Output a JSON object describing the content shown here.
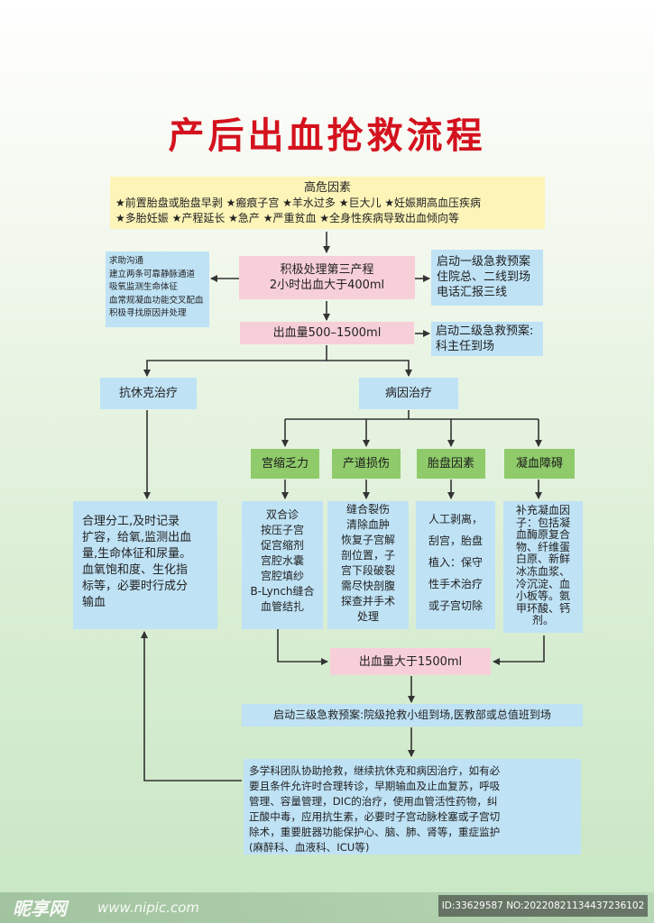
{
  "title": "产后出血抢救流程",
  "risk": {
    "heading": "高危因素",
    "lines": [
      "★前置胎盘或胎盘早剥 ★瘢痕子宫 ★羊水过多 ★巨大儿 ★妊娠期高血压疾病",
      "★多胎妊娠 ★产程延长 ★急产 ★严重贫血 ★全身性疾病导致出血倾向等"
    ]
  },
  "left_measures": {
    "lines": [
      "求助沟通",
      "建立两条可靠静脉通道",
      "吸氧监测生命体征",
      "血常规凝血功能交叉配血",
      "积极寻找原因并处理"
    ]
  },
  "third_stage": {
    "lines": [
      "积极处理第三产程",
      "2小时出血大于400ml"
    ]
  },
  "level1": {
    "lines": [
      "启动一级急救预案",
      "住院总、二线到场",
      "电话汇报三线"
    ]
  },
  "bleed_500": "出血量500–1500ml",
  "level2": {
    "lines": [
      "启动二级急救预案:",
      "科主任到场"
    ]
  },
  "anti_shock": "抗休克治疗",
  "etiology": "病因治疗",
  "causes": [
    "宫缩乏力",
    "产道损伤",
    "胎盘因素",
    "凝血障碍"
  ],
  "shock_detail": {
    "lines": [
      "合理分工,及时记录",
      "扩容，给氧,监测出血",
      "量,生命体征和尿量。",
      "血氧饱和度、生化指",
      "标等，必要时行成分",
      "输血"
    ]
  },
  "uterine_detail": {
    "lines": [
      "双合诊",
      "按压子宫",
      "促宫缩剂",
      "宫腔水囊",
      "宫腔填纱",
      "B-Lynch缝合",
      "血管结扎"
    ]
  },
  "canal_detail": {
    "lines": [
      "缝合裂伤",
      "清除血肿",
      "恢复子宫解",
      "剖位置，子",
      "宫下段破裂",
      "需尽快剖腹",
      "探查并手术",
      "处理"
    ]
  },
  "placenta_detail": {
    "lines": [
      "人工剥离，",
      "刮宫，胎盘",
      "植入：保守",
      "性手术治疗",
      "或子宫切除"
    ]
  },
  "coag_detail": {
    "lines": [
      "补充凝血因",
      "子：包括凝",
      "血酶原复合",
      "物、纤维蛋",
      "白原、新鲜",
      "冰冻血浆、",
      "冷沉淀、血",
      "小板等。氨",
      "甲环酸、钙",
      "剂。"
    ]
  },
  "bleed_1500": "出血量大于1500ml",
  "level3": "启动三级急救预案:院级抢救小组到场,医教部或总值班到场",
  "final": {
    "lines": [
      "多学科团队协助抢救，继续抗休克和病因治疗，如有必",
      "要且条件允许时合理转诊，早期输血及止血复苏，呼吸",
      "管理、容量管理，DIC的治疗，使用血管活性药物，纠",
      "正酸中毒，应用抗生素，必要时子宫动脉栓塞或子宫切",
      "除术，重要脏器功能保护心、脑、肺、肾等，重症监护",
      "(麻醉科、血液科、ICU等)"
    ]
  },
  "watermark": {
    "logo": "昵享网",
    "site": "www.nipic.com",
    "id": "ID:33629587 NO:20220821134437236102"
  }
}
